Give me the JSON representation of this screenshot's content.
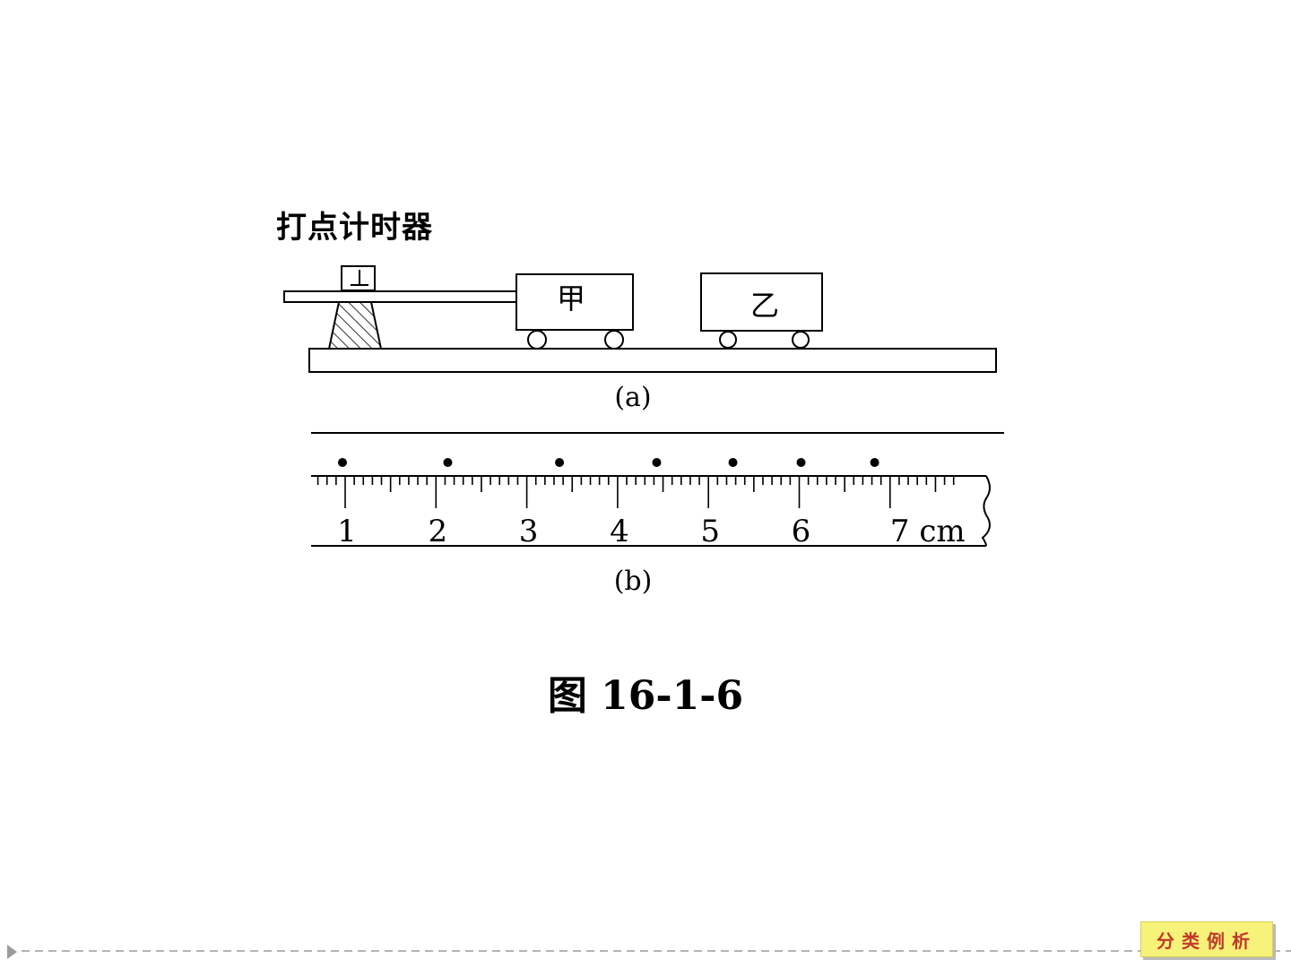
{
  "diagram": {
    "timer_label": "打点计时器",
    "cart_a_label": "甲",
    "cart_b_label": "乙",
    "part_a_label": "(a)",
    "part_b_label": "(b)",
    "ruler_numbers": [
      "1",
      "2",
      "3",
      "4",
      "5",
      "6",
      "7 cm"
    ],
    "tape_dots_cm": [
      0.97,
      2.13,
      3.36,
      4.43,
      5.27,
      6.02,
      6.83
    ]
  },
  "caption": "图 16-1-6",
  "nav_badge": "分类例析"
}
